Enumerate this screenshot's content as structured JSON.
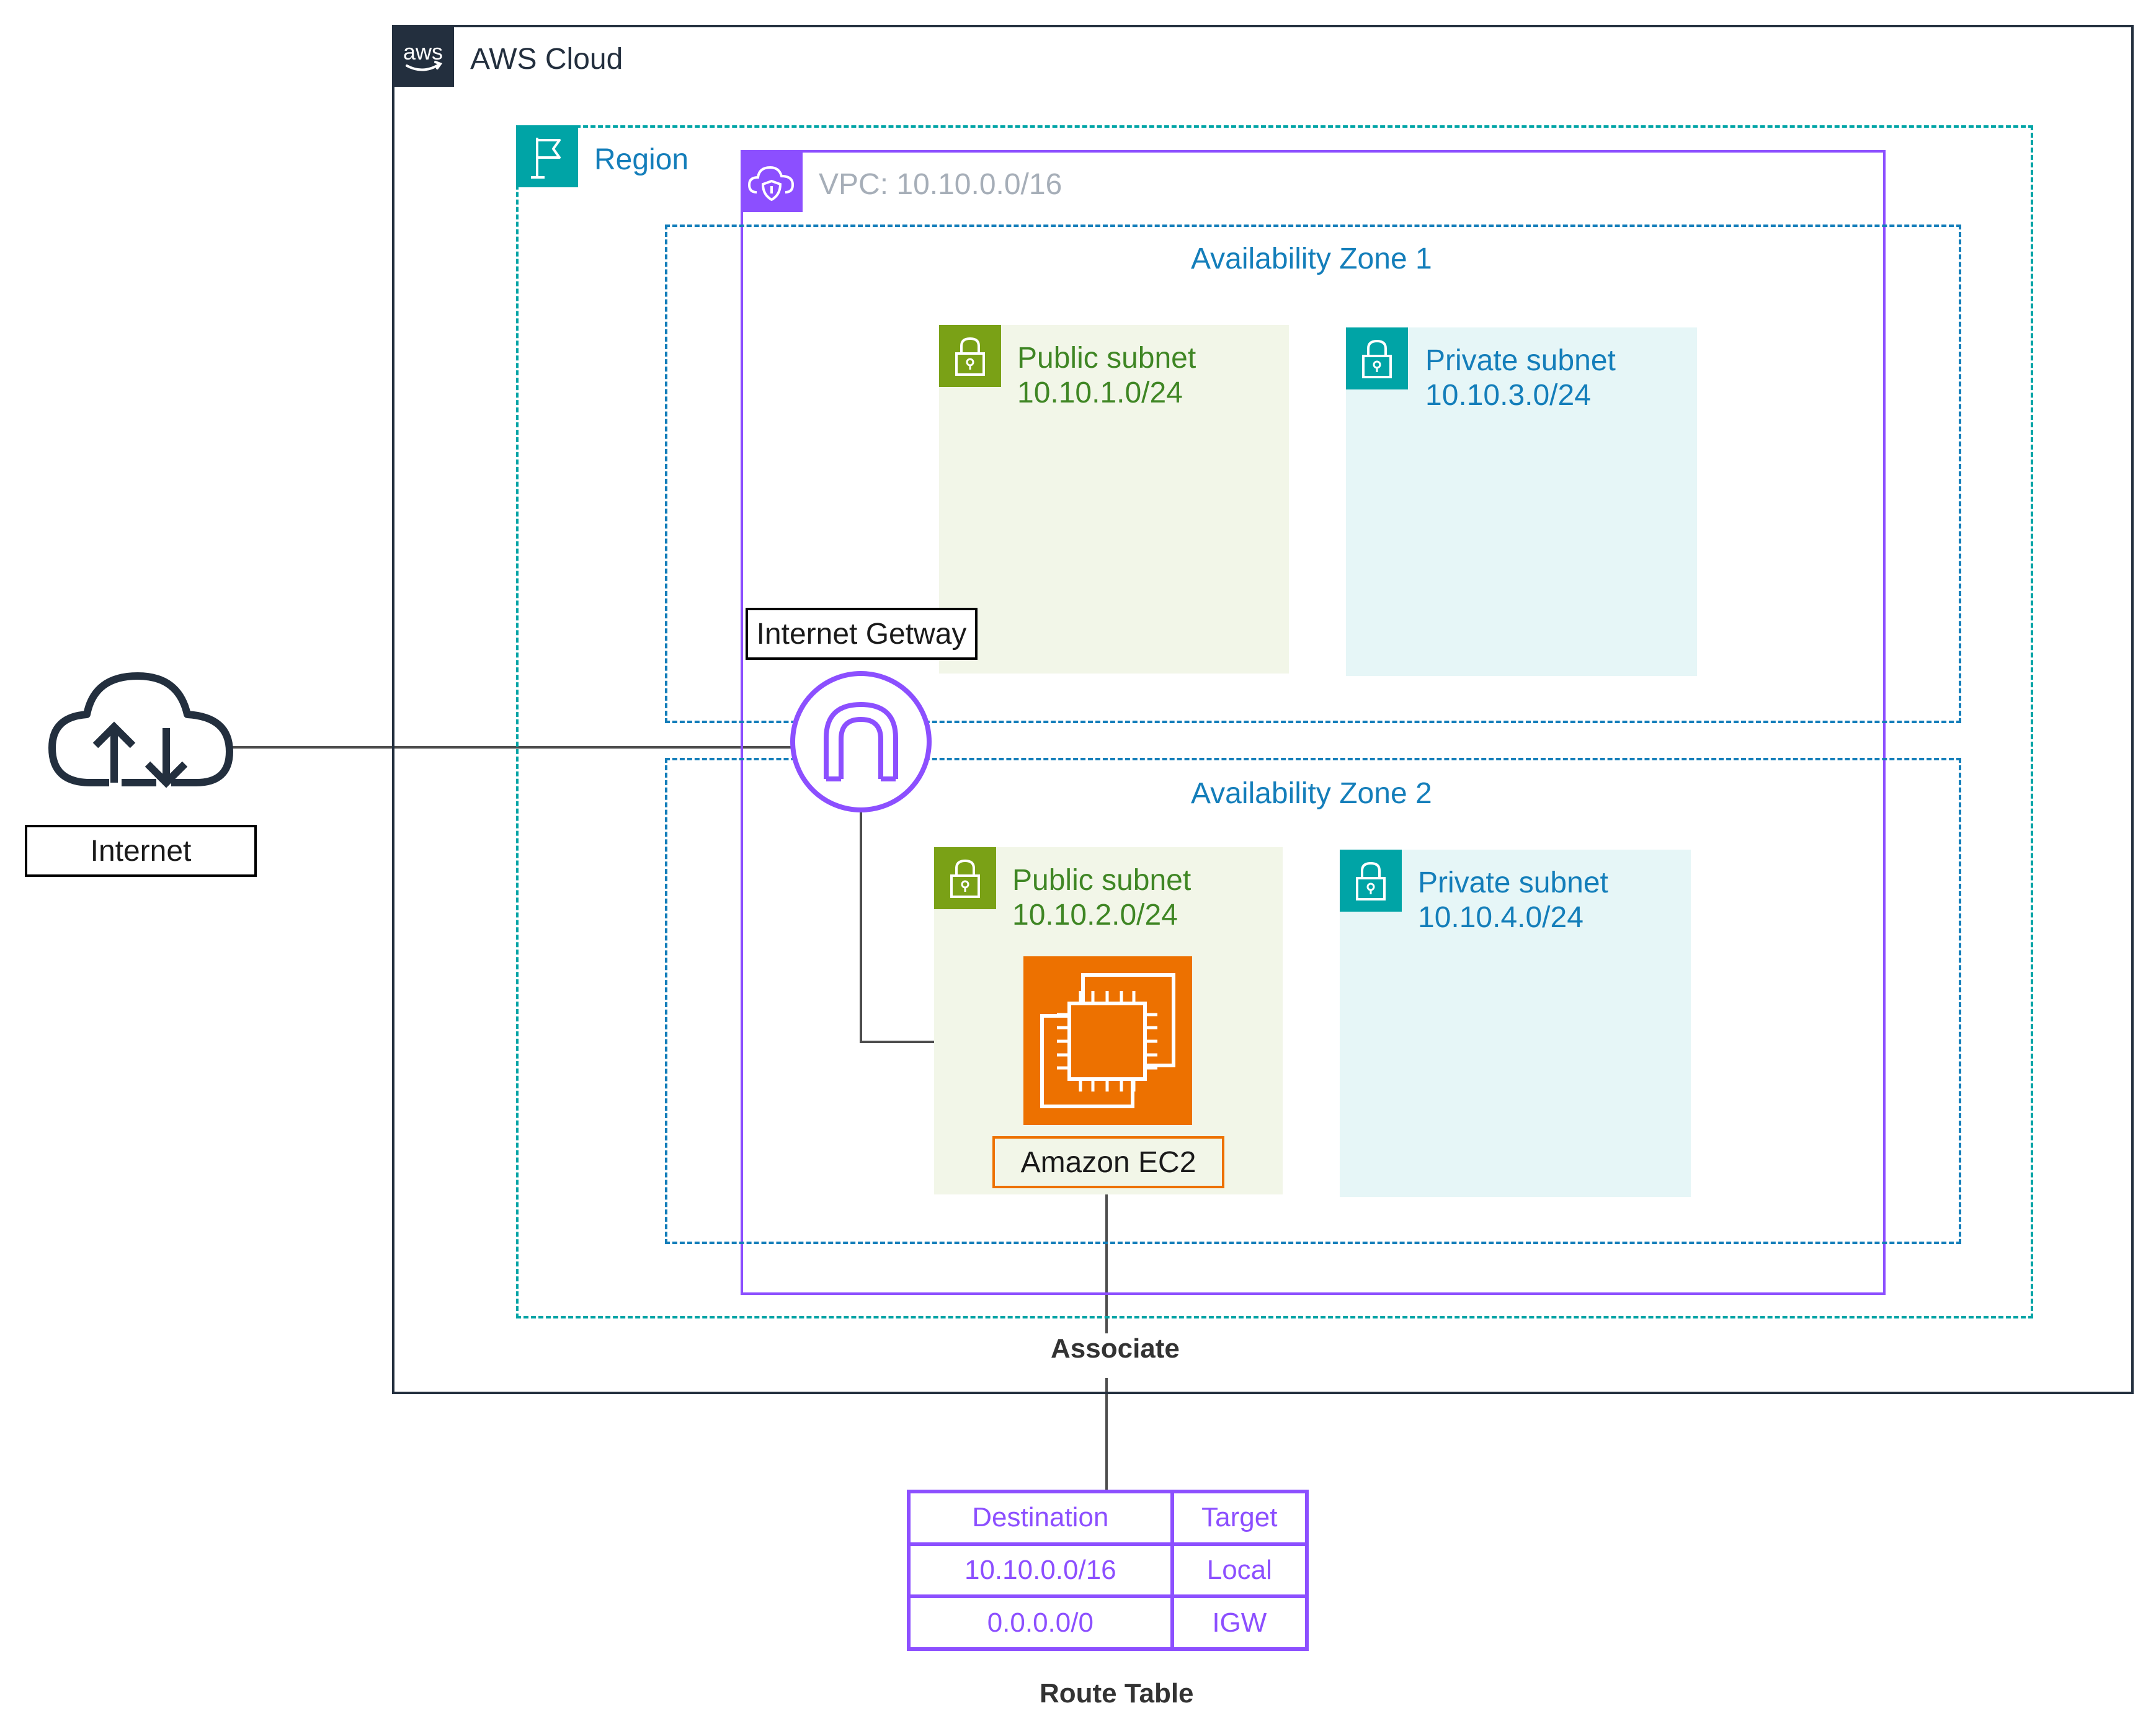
{
  "aws_cloud": {
    "label": "AWS Cloud"
  },
  "region": {
    "label": "Region"
  },
  "vpc": {
    "label": "VPC: 10.10.0.0/16"
  },
  "availability_zones": [
    {
      "label": "Availability Zone 1",
      "public_subnet": {
        "name": "Public subnet",
        "cidr": "10.10.1.0/24"
      },
      "private_subnet": {
        "name": "Private subnet",
        "cidr": "10.10.3.0/24"
      }
    },
    {
      "label": "Availability Zone 2",
      "public_subnet": {
        "name": "Public subnet",
        "cidr": "10.10.2.0/24"
      },
      "private_subnet": {
        "name": "Private subnet",
        "cidr": "10.10.4.0/24"
      }
    }
  ],
  "internet": {
    "label": "Internet"
  },
  "internet_gateway": {
    "label": "Internet Getway"
  },
  "ec2": {
    "label": "Amazon EC2"
  },
  "associate_label": "Associate",
  "route_table": {
    "title": "Route Table",
    "headers": [
      "Destination",
      "Target"
    ],
    "rows": [
      [
        "10.10.0.0/16",
        "Local"
      ],
      [
        "0.0.0.0/0",
        "IGW"
      ]
    ]
  },
  "colors": {
    "aws_dark": "#232f3e",
    "region_teal": "#00a4a6",
    "vpc_purple": "#8c4fff",
    "az_blue": "#147eba",
    "public_green": "#7aa116",
    "private_teal": "#00a4a6",
    "ec2_orange": "#ed7100"
  }
}
